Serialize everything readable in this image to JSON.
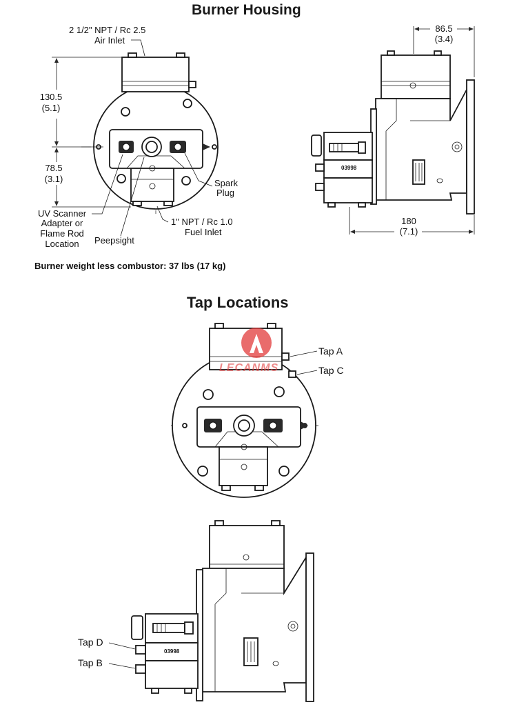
{
  "section1": {
    "title": "Burner Housing",
    "labels": {
      "air_inlet_line1": "2 1/2\" NPT / Rc 2.5",
      "air_inlet_line2": "Air Inlet",
      "dim_130_5": "130.5",
      "dim_130_5_in": "(5.1)",
      "dim_78_5": "78.5",
      "dim_78_5_in": "(3.1)",
      "uv_line1": "UV Scanner",
      "uv_line2": "Adapter or",
      "uv_line3": "Flame Rod",
      "uv_line4": "Location",
      "peepsight": "Peepsight",
      "fuel_line1": "1\" NPT / Rc 1.0",
      "fuel_line2": "Fuel Inlet",
      "spark_line1": "Spark",
      "spark_line2": "Plug",
      "dim_86_5": "86.5",
      "dim_86_5_in": "(3.4)",
      "dim_180": "180",
      "dim_180_in": "(7.1)",
      "part_number": "03998"
    },
    "weight_note": "Burner weight less combustor: 37 lbs (17 kg)"
  },
  "section2": {
    "title": "Tap Locations",
    "labels": {
      "tap_a": "Tap A",
      "tap_c": "Tap C",
      "tap_d": "Tap D",
      "tap_b": "Tap B",
      "part_number": "03998"
    }
  },
  "watermark": {
    "text": "LECANMS",
    "color": "#e23b3b"
  }
}
